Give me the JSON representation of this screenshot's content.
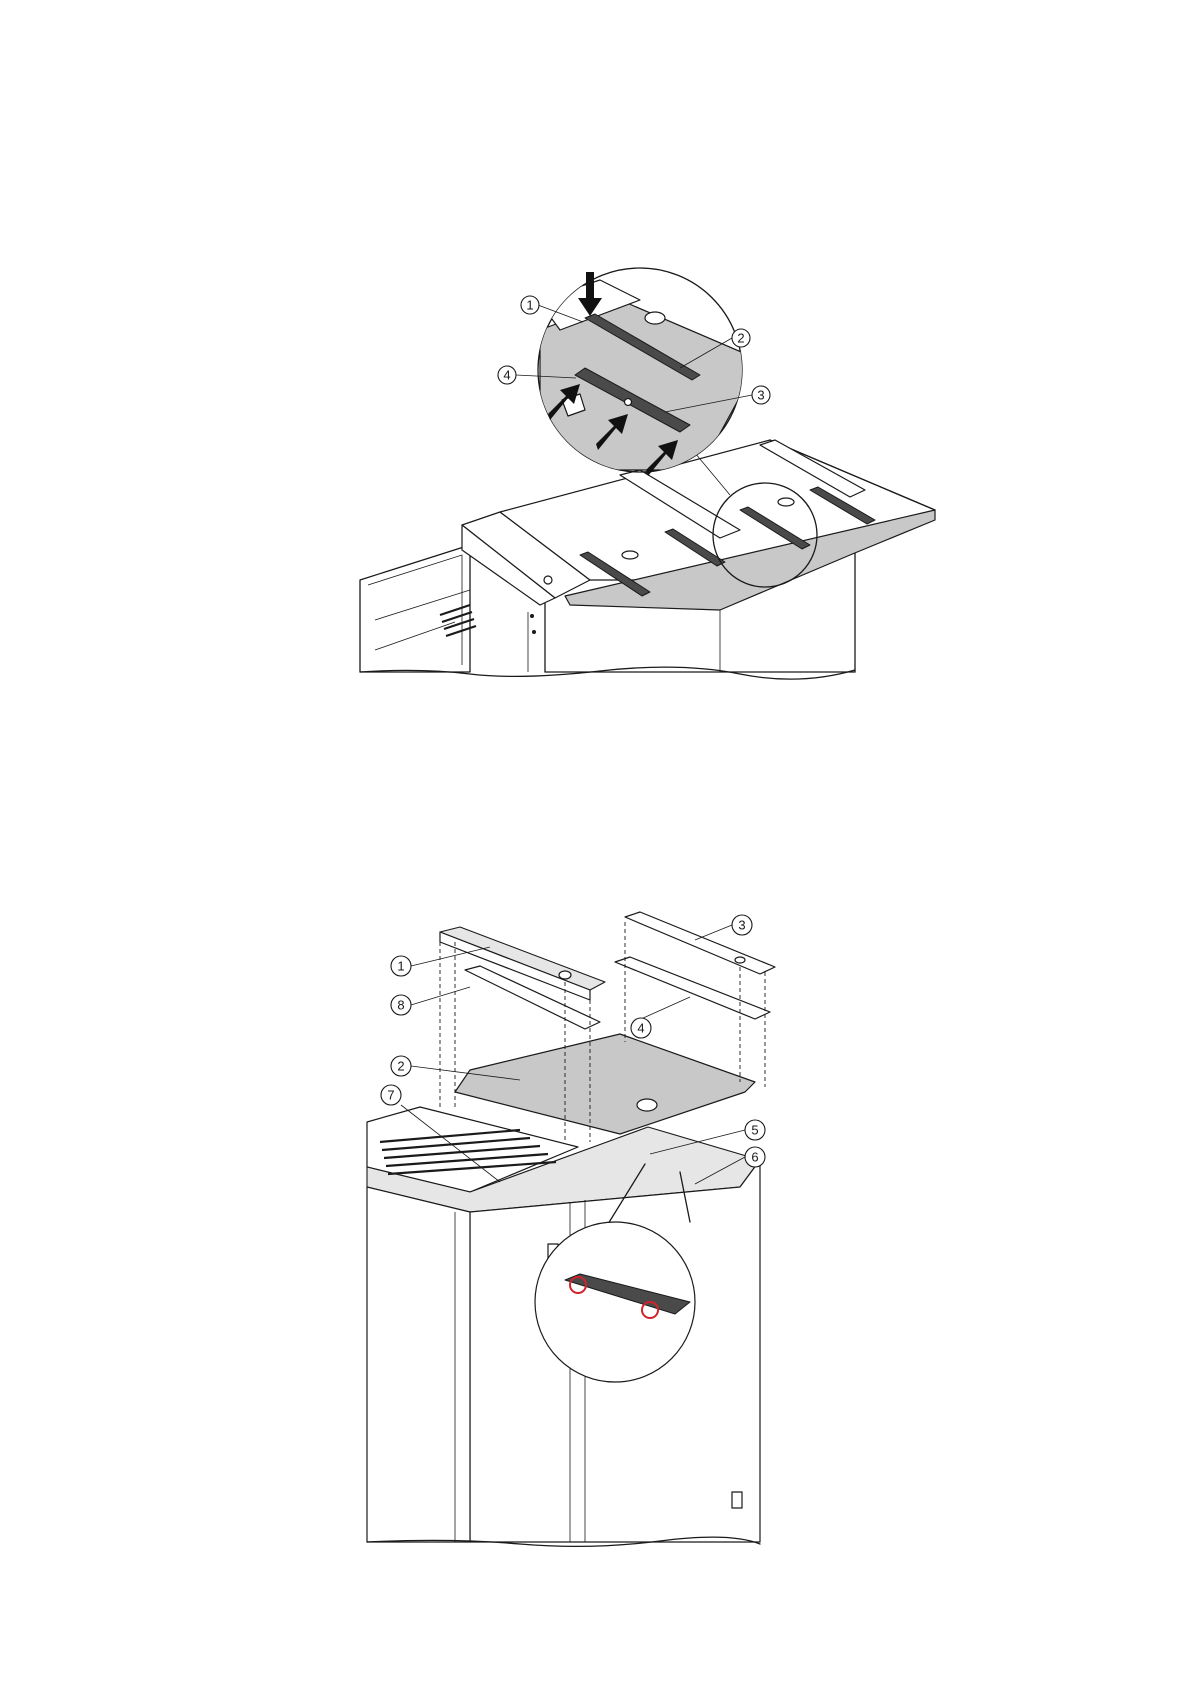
{
  "figure_top": {
    "callouts": [
      {
        "id": "top-callout-1",
        "label": "1"
      },
      {
        "id": "top-callout-2",
        "label": "2"
      },
      {
        "id": "top-callout-3",
        "label": "3"
      },
      {
        "id": "top-callout-4",
        "label": "4"
      }
    ]
  },
  "figure_bottom": {
    "callouts": [
      {
        "id": "bottom-callout-1",
        "label": "1"
      },
      {
        "id": "bottom-callout-2",
        "label": "2"
      },
      {
        "id": "bottom-callout-3",
        "label": "3"
      },
      {
        "id": "bottom-callout-4",
        "label": "4"
      },
      {
        "id": "bottom-callout-5",
        "label": "5"
      },
      {
        "id": "bottom-callout-6",
        "label": "6"
      },
      {
        "id": "bottom-callout-7",
        "label": "7"
      },
      {
        "id": "bottom-callout-8",
        "label": "8"
      }
    ]
  },
  "colors": {
    "plate": "#c8c8c8",
    "rail": "#4a4a4a",
    "line": "#1a1a1a",
    "highlight": "#d2232a"
  }
}
